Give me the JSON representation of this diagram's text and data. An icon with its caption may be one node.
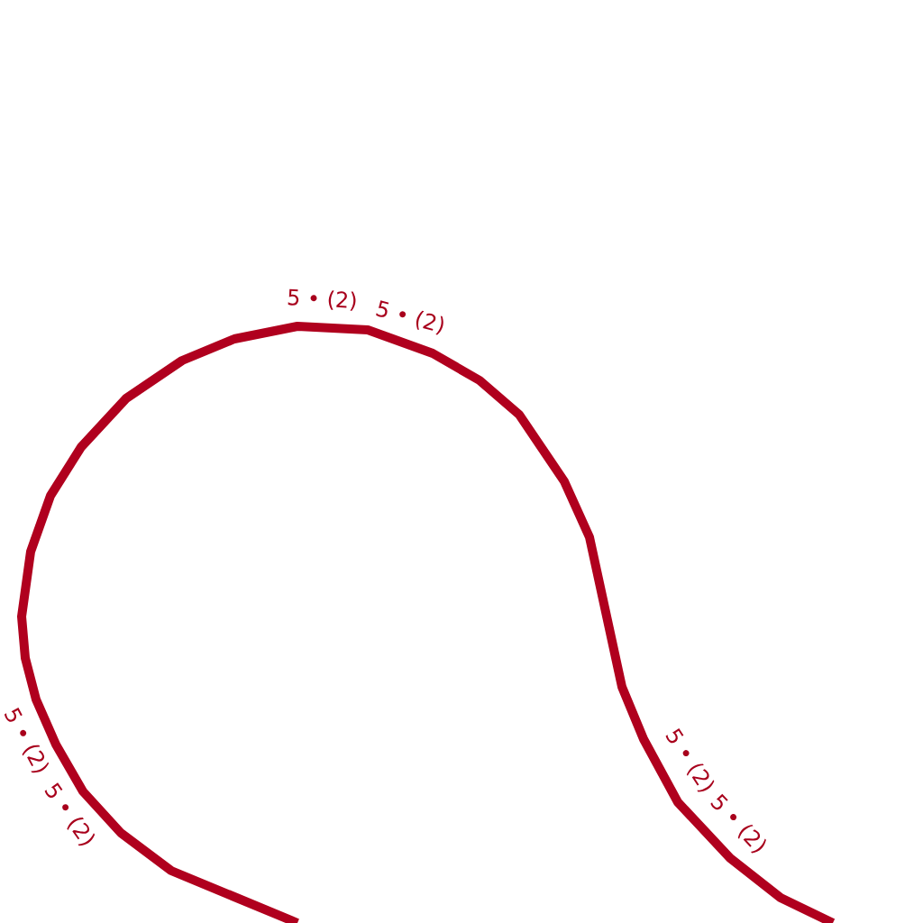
{
  "diagram": {
    "labels": [
      "5 • (2)",
      "5 • (2)",
      "5 • (2)",
      "5 • (2)",
      "5 • (2)",
      "5 • (2)"
    ]
  }
}
